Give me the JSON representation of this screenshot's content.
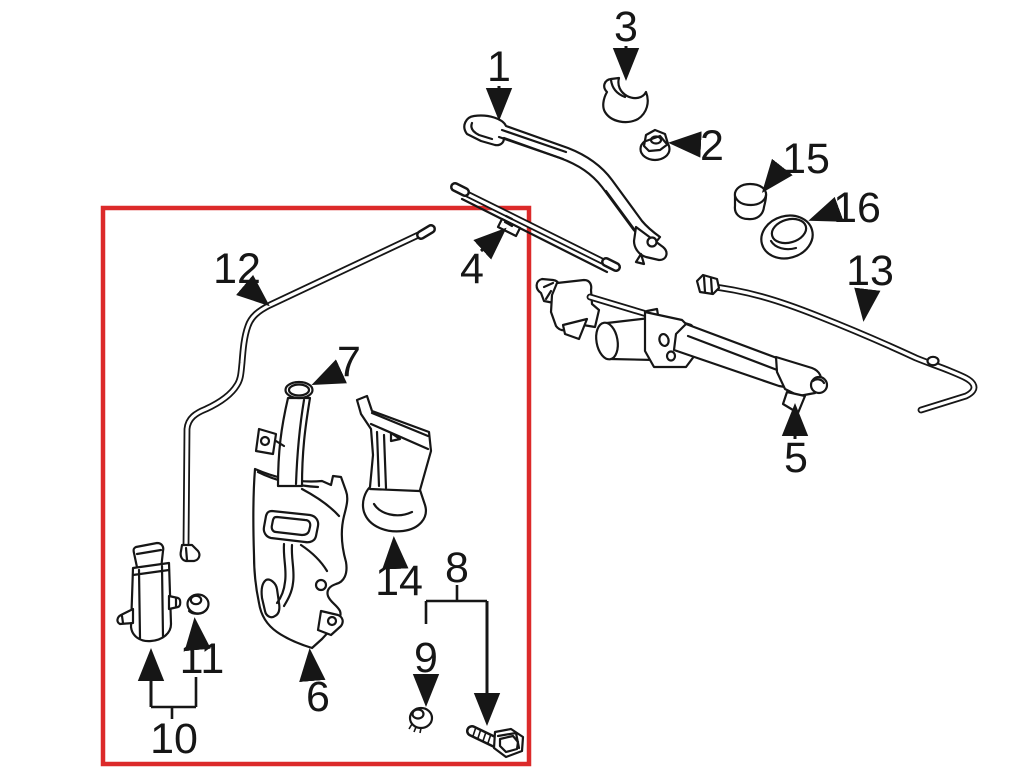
{
  "colors": {
    "background": "#ffffff",
    "line": "#161616",
    "highlight_box": "#dc2a2a"
  },
  "callouts": {
    "1": {
      "label": "1"
    },
    "2": {
      "label": "2"
    },
    "3": {
      "label": "3"
    },
    "4": {
      "label": "4"
    },
    "5": {
      "label": "5"
    },
    "6": {
      "label": "6"
    },
    "7": {
      "label": "7"
    },
    "8": {
      "label": "8"
    },
    "9": {
      "label": "9"
    },
    "10": {
      "label": "10"
    },
    "11": {
      "label": "11"
    },
    "12": {
      "label": "12"
    },
    "13": {
      "label": "13"
    },
    "14": {
      "label": "14"
    },
    "15": {
      "label": "15"
    },
    "16": {
      "label": "16"
    }
  }
}
